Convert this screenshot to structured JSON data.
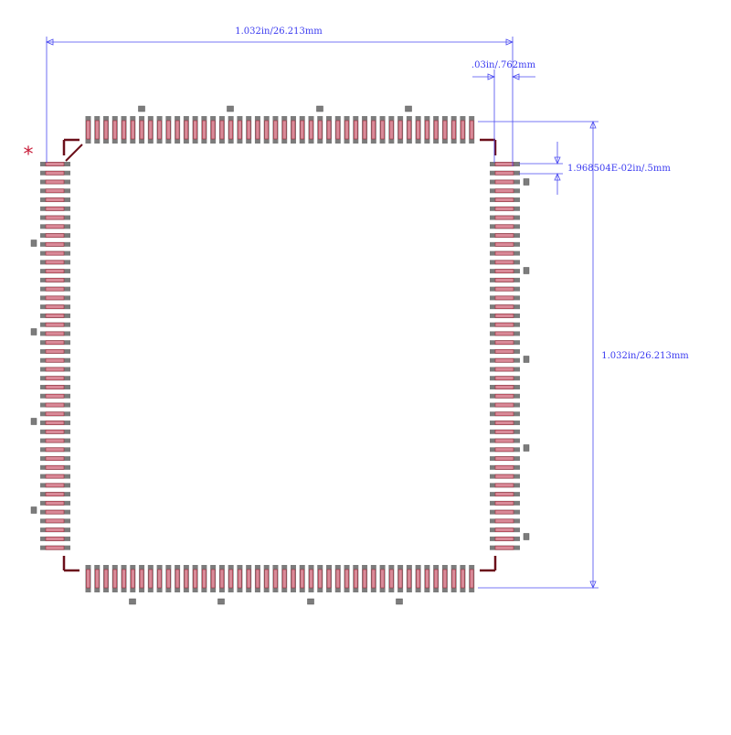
{
  "colors": {
    "dimension": "#4a4af0",
    "outline": "#6b0f1a",
    "pad_fill": "#d98a98",
    "pad_stroke": "#a02c3c",
    "pad_shadow": "#7c7c7c",
    "pin1_marker": "#c81e3a"
  },
  "dimensions": {
    "overall_width": "1.032in/26.213mm",
    "overall_height": "1.032in/26.213mm",
    "pad_length": ".03in/.762mm",
    "pitch": "1.968504E-02in/.5mm"
  },
  "pin1_marker": "*",
  "package": {
    "pins_per_side": 44
  }
}
